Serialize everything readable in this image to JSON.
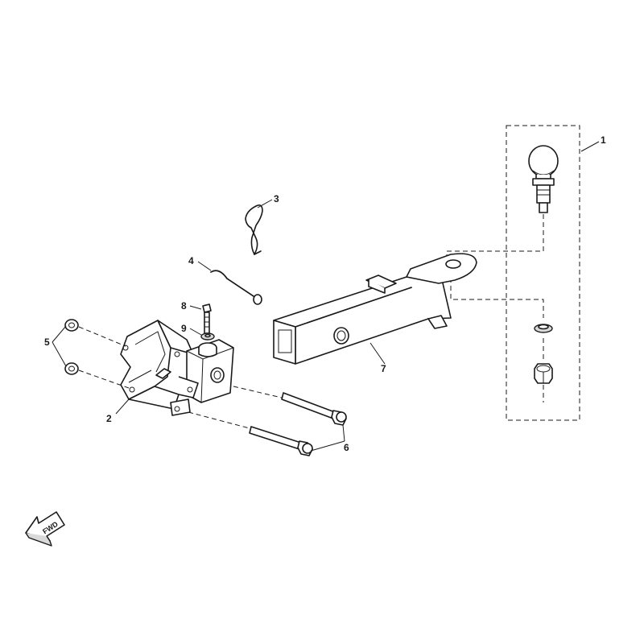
{
  "callouts": [
    {
      "id": "1",
      "label": "1"
    },
    {
      "id": "2",
      "label": "2"
    },
    {
      "id": "3",
      "label": "3"
    },
    {
      "id": "4",
      "label": "4"
    },
    {
      "id": "5",
      "label": "5"
    },
    {
      "id": "6",
      "label": "6"
    },
    {
      "id": "7",
      "label": "7"
    },
    {
      "id": "8",
      "label": "8"
    },
    {
      "id": "9",
      "label": "9"
    }
  ],
  "direction_arrow": {
    "label": "FWD"
  }
}
